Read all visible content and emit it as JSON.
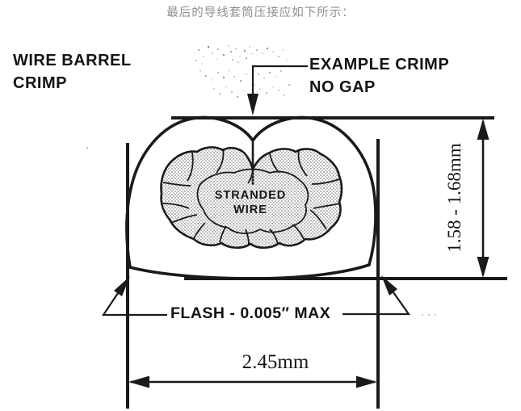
{
  "page": {
    "title": "最后的导线套筒压接应如下所示："
  },
  "diagram": {
    "labels": {
      "wire_barrel_crimp": "WIRE BARREL\nCRIMP",
      "example_crimp": "EXAMPLE CRIMP\nNO GAP",
      "stranded_wire": "STRANDED\nWIRE",
      "flash_max": "FLASH - 0.005″ MAX"
    },
    "dimensions": {
      "height_range": "1.58 - 1.68mm",
      "width": "2.45mm"
    },
    "colors": {
      "line": "#1a1a1a",
      "title_text": "#8f8f8f",
      "stipple_dot": "#7f7f7f",
      "background": "#ffffff"
    }
  }
}
